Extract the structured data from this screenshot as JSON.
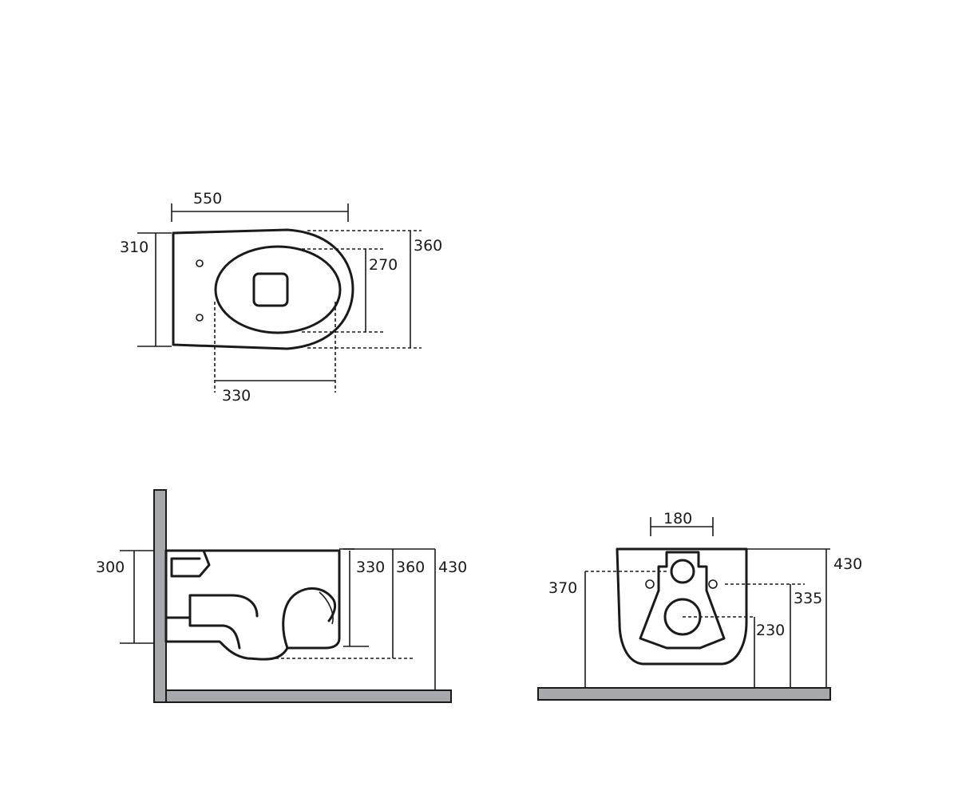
{
  "top_view": {
    "width": "550",
    "height_outer": "310",
    "height_total": "360",
    "seat_height": "270",
    "seat_depth": "330"
  },
  "side_view": {
    "inlet_height": "300",
    "rim_height_1": "330",
    "rim_height_2": "360",
    "total_height": "430"
  },
  "rear_view": {
    "inlet_width": "180",
    "total_height": "430",
    "outlet_height": "370",
    "fixing_height": "335",
    "waste_height": "230"
  },
  "colors": {
    "line": "#1a1a1a",
    "wall_floor": "#a6a8ab"
  }
}
